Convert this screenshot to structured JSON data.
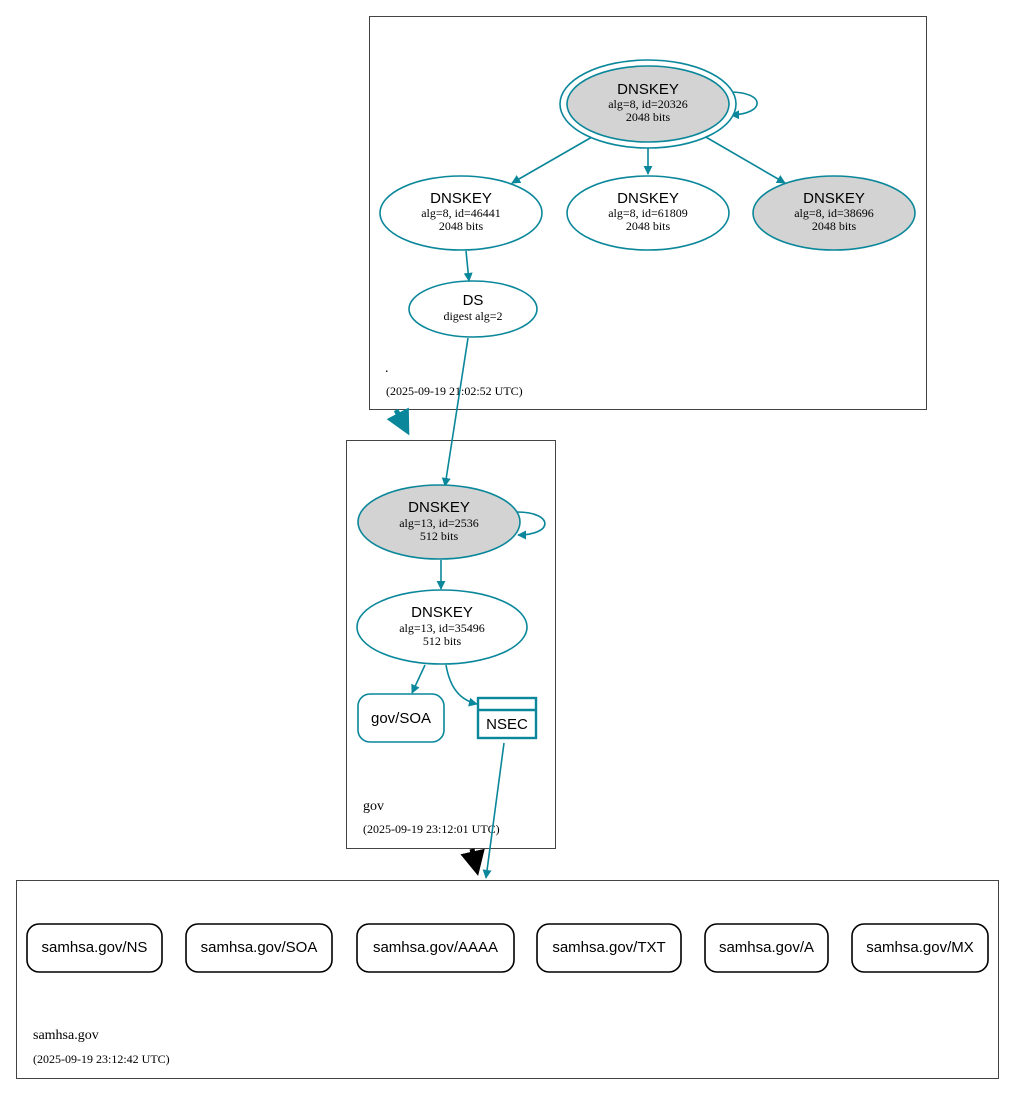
{
  "colors": {
    "edge": "#0a879a",
    "shaded": "#d3d3d3",
    "zone_border": "#444444",
    "delegation": "#000000"
  },
  "zones": {
    "root": {
      "name": ".",
      "timestamp": "(2025-09-19 21:02:52 UTC)"
    },
    "gov": {
      "name": "gov",
      "timestamp": "(2025-09-19 23:12:01 UTC)"
    },
    "samhsa": {
      "name": "samhsa.gov",
      "timestamp": "(2025-09-19 23:12:42 UTC)"
    }
  },
  "nodes": {
    "root_ksk": {
      "type": "DNSKEY",
      "line1": "alg=8, id=20326",
      "line2": "2048 bits",
      "shaded": true
    },
    "root_zsk1": {
      "type": "DNSKEY",
      "line1": "alg=8, id=46441",
      "line2": "2048 bits",
      "shaded": false
    },
    "root_zsk2": {
      "type": "DNSKEY",
      "line1": "alg=8, id=61809",
      "line2": "2048 bits",
      "shaded": false
    },
    "root_ksk2": {
      "type": "DNSKEY",
      "line1": "alg=8, id=38696",
      "line2": "2048 bits",
      "shaded": true
    },
    "root_ds": {
      "type": "DS",
      "line1": "digest alg=2"
    },
    "gov_ksk": {
      "type": "DNSKEY",
      "line1": "alg=13, id=2536",
      "line2": "512 bits",
      "shaded": true
    },
    "gov_zsk": {
      "type": "DNSKEY",
      "line1": "alg=13, id=35496",
      "line2": "512 bits",
      "shaded": false
    },
    "gov_soa": {
      "label": "gov/SOA"
    },
    "gov_nsec": {
      "label": "NSEC"
    }
  },
  "records": [
    {
      "label": "samhsa.gov/NS"
    },
    {
      "label": "samhsa.gov/SOA"
    },
    {
      "label": "samhsa.gov/AAAA"
    },
    {
      "label": "samhsa.gov/TXT"
    },
    {
      "label": "samhsa.gov/A"
    },
    {
      "label": "samhsa.gov/MX"
    }
  ]
}
